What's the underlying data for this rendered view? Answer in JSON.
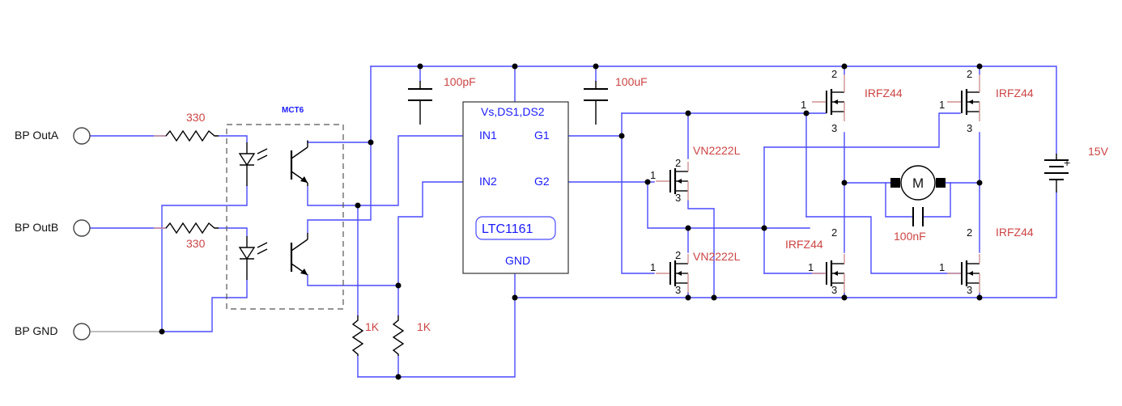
{
  "inputs": {
    "a": "BP OutA",
    "b": "BP OutB",
    "gnd": "BP GND"
  },
  "resistors": {
    "r1": "330",
    "r2": "330",
    "r3": "1K",
    "r4": "1K"
  },
  "optocoupler": "MCT6",
  "capacitors": {
    "c1": "100pF",
    "c2": "100uF",
    "c3": "100nF"
  },
  "driver": {
    "name": "LTC1161",
    "supply_pins": "Vs,DS1,DS2",
    "in1": "IN1",
    "in2": "IN2",
    "g1": "G1",
    "g2": "G2",
    "gnd": "GND"
  },
  "mosfets": {
    "small1": "VN2222L",
    "small2": "VN2222L",
    "power1": "IRFZ44",
    "power2": "IRFZ44",
    "power3": "IRFZ44",
    "power4": "IRFZ44"
  },
  "pins": {
    "p1": "1",
    "p2": "2",
    "p3": "3"
  },
  "motor": "M",
  "supply": {
    "voltage": "15V",
    "plus": "+"
  }
}
